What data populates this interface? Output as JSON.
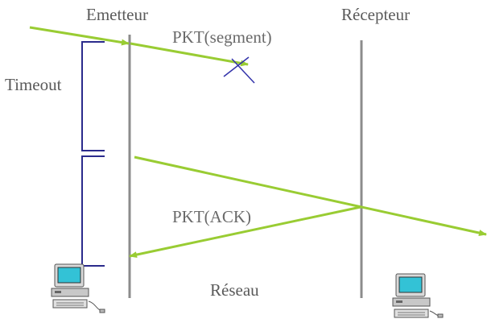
{
  "diagram": {
    "sender_label": "Emetteur",
    "receiver_label": "Récepteur",
    "timeout_label": "Timeout",
    "packet_segment_label": "PKT(segment)",
    "packet_ack_label": "PKT(ACK)",
    "network_label": "Réseau"
  },
  "colors": {
    "timeline": "#8c8c8c",
    "arrow": "#99cc33",
    "bracket": "#2b2b8c",
    "lost_cross": "#3333aa",
    "text": "#5a5a5a"
  },
  "icons": {
    "sender_computer": "desktop-computer-icon",
    "receiver_computer": "desktop-computer-icon"
  }
}
